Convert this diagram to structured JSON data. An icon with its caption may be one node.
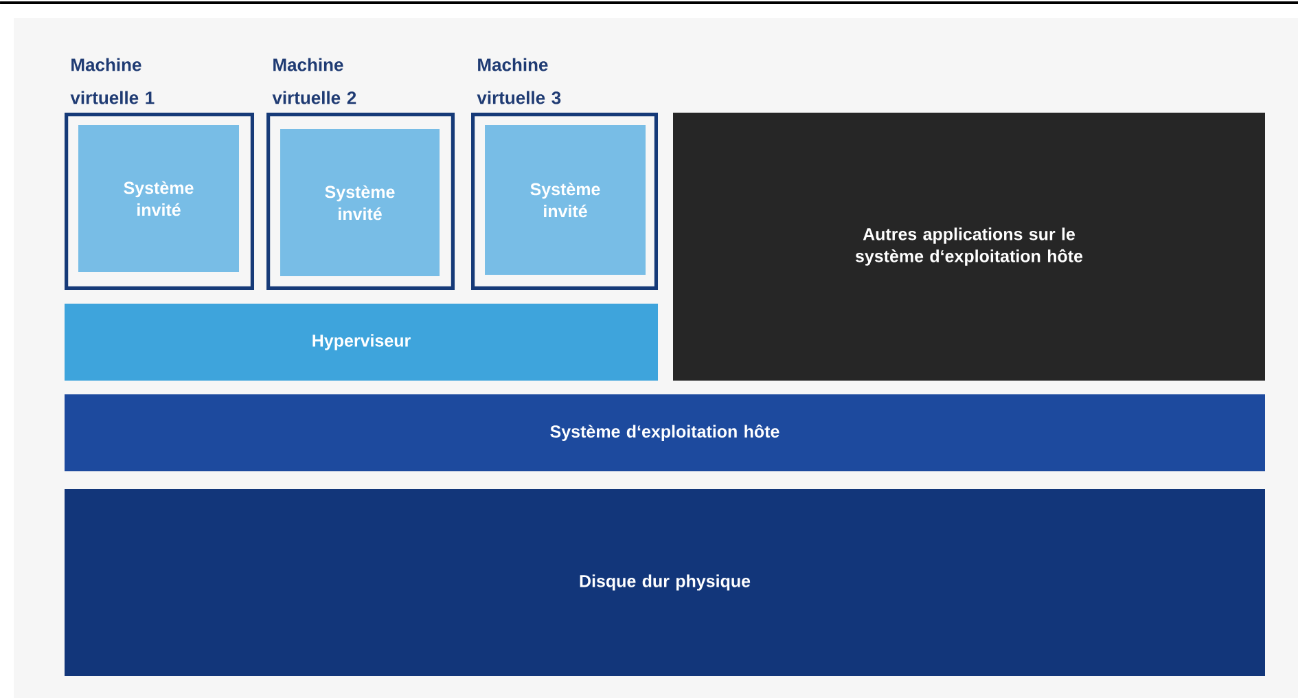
{
  "diagram": {
    "nodes": [
      {
        "text": [
          "Machine virtuelle 1"
        ]
      },
      {
        "text": [
          "Système invité"
        ],
        "in": 0
      },
      {
        "text": [
          "Machine virtuelle 2"
        ]
      },
      {
        "text": [
          "Système invité"
        ],
        "in": 2
      },
      {
        "text": [
          "Machine virtuelle 3"
        ]
      },
      {
        "text": [
          "Système invité"
        ],
        "in": 4
      },
      {
        "text": [
          "Autres applications sur le système d‘exploitation hôte"
        ]
      },
      {
        "text": [
          "Hyperviseur"
        ]
      },
      {
        "text": [
          "Système d‘exploitation hôte"
        ]
      },
      {
        "text": [
          "Disque dur physique"
        ]
      }
    ]
  }
}
